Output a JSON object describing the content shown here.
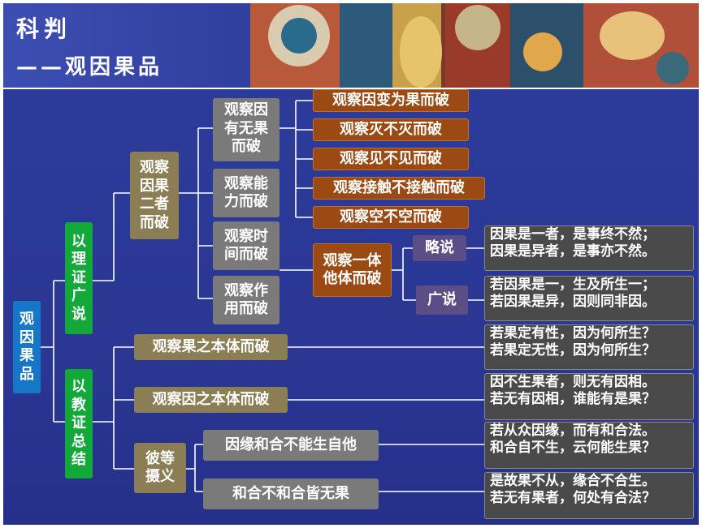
{
  "header": {
    "title": "科判",
    "subtitle": "——观因果品"
  },
  "root": "观因果品",
  "branch1": "以理证广说",
  "branch2": "以教证总结",
  "group_cause_effect": "观察因果二者而破",
  "sub_items": [
    "观察因有无果而破",
    "观察能力而破",
    "观察时间而破",
    "观察作用而破"
  ],
  "refutations": [
    "观察因变为果而破",
    "观察灭不灭而破",
    "观察见不见而破",
    "观察接触不接触而破",
    "观察空不空而破"
  ],
  "one_other": "观察一体他体而破",
  "brief": "略说",
  "detailed": "广说",
  "brief_text": [
    "因果是一者，是事终不然；",
    "因果是异者，是事亦不然。"
  ],
  "detailed_text": [
    "若因果是一，生及所生一；",
    "若因果是异，因则同非因。"
  ],
  "effect_nature": "观察果之本体而破",
  "effect_nature_text": [
    "若果定有性，因为何所生？",
    "若果定无性，因为何所生？"
  ],
  "cause_nature": "观察因之本体而破",
  "cause_nature_text": [
    "因不生果者，则无有因相。",
    "若无有因相，谁能有是果？"
  ],
  "that_meaning": "彼等摄义",
  "conditions": "因缘和合不能生自他",
  "conditions_text": [
    "若从众因缘，而有和合法。",
    "和合自不生，云何能生果？"
  ],
  "harmony": "和合不和合皆无果",
  "harmony_text": [
    "是故果不从，缘合不合生。",
    "若无有果者，何处有合法？"
  ]
}
